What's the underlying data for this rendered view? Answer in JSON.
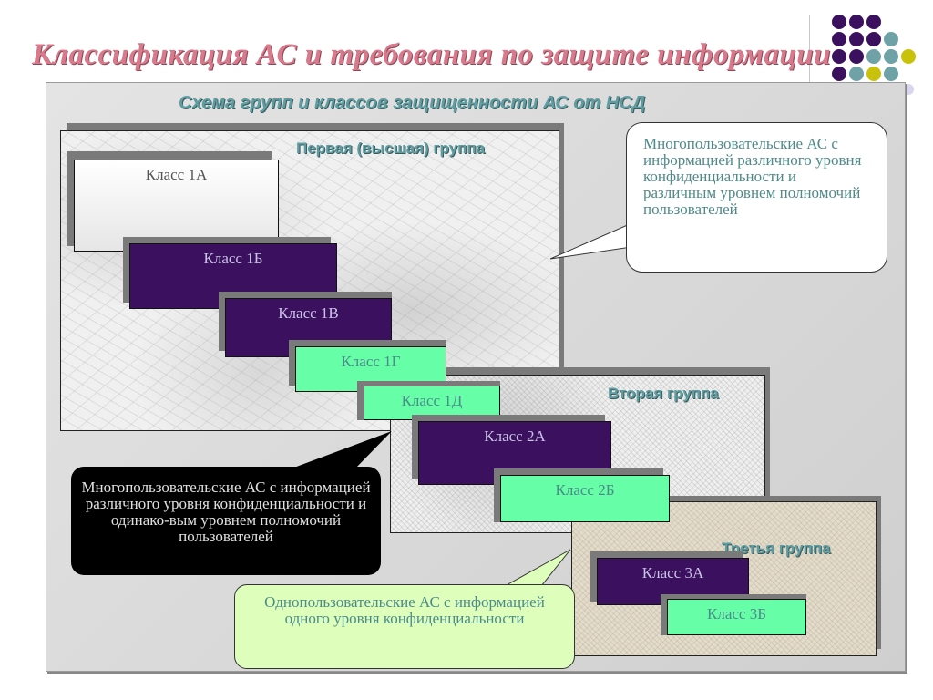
{
  "slide": {
    "title": "Классификация АС и требования по защите информации",
    "schema_title": "Схема групп и классов защищенности АС от НСД"
  },
  "groups": [
    {
      "title": "Первая (высшая) группа"
    },
    {
      "title": "Вторая группа"
    },
    {
      "title": "Третья группа"
    }
  ],
  "classes": [
    "Класс 1А",
    "Класс 1Б",
    "Класс 1В",
    "Класс 1Г",
    "Класс 1Д",
    "Класс 2А",
    "Класс 2Б",
    "Класс 3А",
    "Класс 3Б"
  ],
  "callouts": {
    "group1_desc": "Многопользовательские АС с информацией различного уровня конфиденциальности и различным уровнем полномочий пользователей",
    "group2_desc": "Многопользовательские АС с информацией различного уровня конфиденциальности и одинако-вым уровнем полномочий пользователей",
    "group3_desc": "Однопользовательские АС с информацией одного уровня конфиденциальности"
  },
  "colors": {
    "accent_title": "#d97a8c",
    "teal": "#5e9ea3",
    "dark_purple": "#3b105e",
    "mint": "#66ffa8",
    "dot_purple": "#3b105e",
    "dot_teal": "#6fa2a6",
    "dot_yellow": "#c9c20b",
    "dot_lavender": "#d8d6ee"
  }
}
